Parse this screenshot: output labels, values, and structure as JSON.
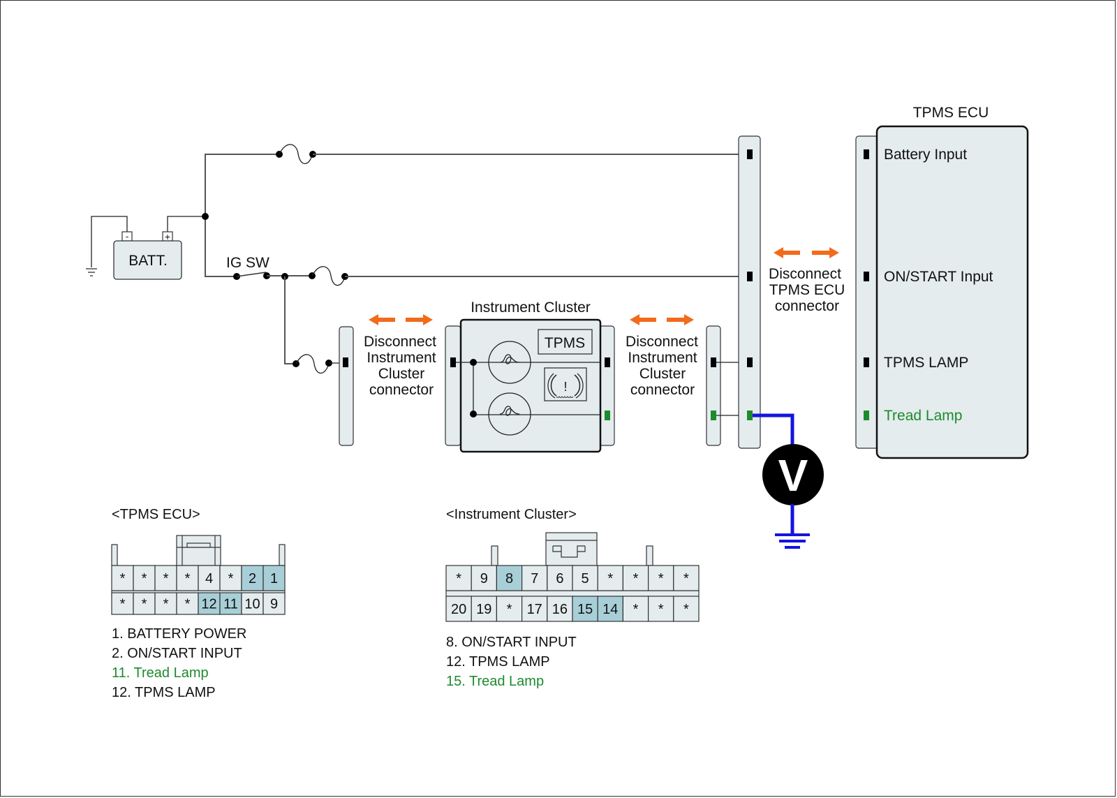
{
  "battery": {
    "label": "BATT.",
    "neg": "-",
    "pos": "+"
  },
  "ig_switch": {
    "label": "IG SW"
  },
  "instrument_cluster": {
    "title": "Instrument Cluster",
    "tpms_label": "TPMS",
    "warning_icon": "tire-pressure-warning-icon"
  },
  "disconnect_left": {
    "lines": [
      "Disconnect",
      "Instrument",
      "Cluster",
      "connector"
    ]
  },
  "disconnect_right": {
    "lines": [
      "Disconnect",
      "Instrument",
      "Cluster",
      "connector"
    ]
  },
  "disconnect_ecu": {
    "lines": [
      "Disconnect",
      "TPMS ECU",
      "connector"
    ]
  },
  "tpms_ecu": {
    "title": "TPMS ECU",
    "pins": [
      {
        "label": "Battery Input",
        "color": "#000000"
      },
      {
        "label": "ON/START Input",
        "color": "#000000"
      },
      {
        "label": "TPMS LAMP",
        "color": "#000000"
      },
      {
        "label": "Tread Lamp",
        "color": "#1e8a2e"
      }
    ]
  },
  "voltmeter": {
    "label": "V"
  },
  "colors": {
    "accent_arrow": "#f26a1b",
    "probe_wire": "#1414e0",
    "highlight_pin": "#a8cfd8",
    "green_text": "#1e8a2e"
  },
  "ecu_connector": {
    "title": "<TPMS ECU>",
    "top_row": [
      {
        "t": "*",
        "hl": false
      },
      {
        "t": "*",
        "hl": false
      },
      {
        "t": "*",
        "hl": false
      },
      {
        "t": "*",
        "hl": false
      },
      {
        "t": "4",
        "hl": false
      },
      {
        "t": "*",
        "hl": false
      },
      {
        "t": "2",
        "hl": true
      },
      {
        "t": "1",
        "hl": true
      }
    ],
    "bottom_row": [
      {
        "t": "*",
        "hl": false
      },
      {
        "t": "*",
        "hl": false
      },
      {
        "t": "*",
        "hl": false
      },
      {
        "t": "*",
        "hl": false
      },
      {
        "t": "12",
        "hl": true
      },
      {
        "t": "11",
        "hl": true
      },
      {
        "t": "10",
        "hl": false
      },
      {
        "t": "9",
        "hl": false
      }
    ],
    "legend": [
      {
        "text": "1. BATTERY POWER",
        "green": false
      },
      {
        "text": "2. ON/START INPUT",
        "green": false
      },
      {
        "text": "11. Tread Lamp",
        "green": true
      },
      {
        "text": "12. TPMS LAMP",
        "green": false
      }
    ]
  },
  "cluster_connector": {
    "title": "<Instrument Cluster>",
    "top_row": [
      {
        "t": "*",
        "hl": false
      },
      {
        "t": "9",
        "hl": false
      },
      {
        "t": "8",
        "hl": true
      },
      {
        "t": "7",
        "hl": false
      },
      {
        "t": "6",
        "hl": false
      },
      {
        "t": "5",
        "hl": false
      },
      {
        "t": "*",
        "hl": false
      },
      {
        "t": "*",
        "hl": false
      },
      {
        "t": "*",
        "hl": false
      },
      {
        "t": "*",
        "hl": false
      }
    ],
    "bottom_row": [
      {
        "t": "20",
        "hl": false
      },
      {
        "t": "19",
        "hl": false
      },
      {
        "t": "*",
        "hl": false
      },
      {
        "t": "17",
        "hl": false
      },
      {
        "t": "16",
        "hl": false
      },
      {
        "t": "15",
        "hl": true
      },
      {
        "t": "14",
        "hl": true
      },
      {
        "t": "*",
        "hl": false
      },
      {
        "t": "*",
        "hl": false
      },
      {
        "t": "*",
        "hl": false
      }
    ],
    "legend": [
      {
        "text": "8. ON/START INPUT",
        "green": false
      },
      {
        "text": "12. TPMS LAMP",
        "green": false
      },
      {
        "text": "15. Tread Lamp",
        "green": true
      }
    ]
  }
}
